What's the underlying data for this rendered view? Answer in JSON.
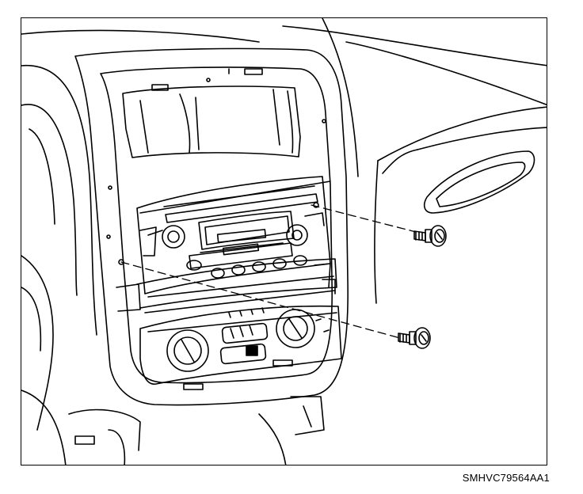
{
  "figure": {
    "reference_code": "SMHVC79564AA1",
    "line_color": "#000000",
    "background_color": "#ffffff"
  },
  "parts": {
    "screws": [
      "upper-screw",
      "lower-screw"
    ],
    "icons": [
      "screw-icon",
      "knob-icon"
    ]
  }
}
